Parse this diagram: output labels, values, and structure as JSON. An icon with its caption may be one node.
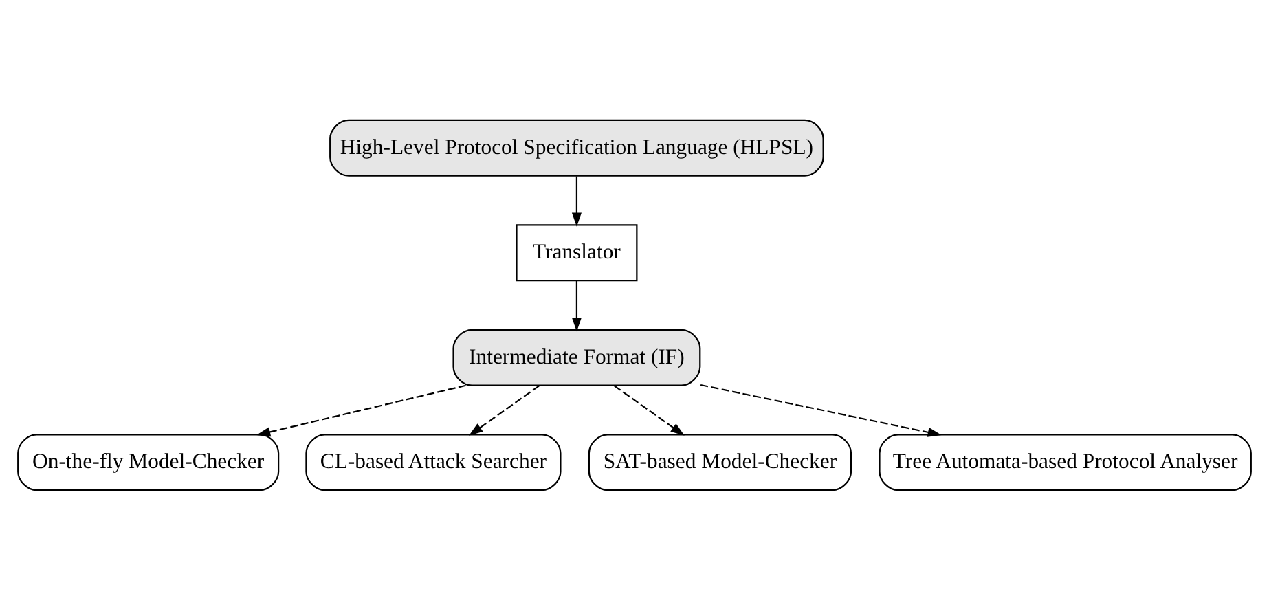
{
  "diagram": {
    "nodes": [
      {
        "text": [
          "High-Level Protocol Specification Language (HLPSL)"
        ]
      },
      {
        "text": [
          "Translator"
        ]
      },
      {
        "text": [
          "Intermediate Format (IF)"
        ]
      },
      {
        "text": [
          "On-the-fly Model-Checker"
        ]
      },
      {
        "text": [
          "CL-based Attack Searcher"
        ]
      },
      {
        "text": [
          "SAT-based Model-Checker"
        ]
      },
      {
        "text": [
          "Tree Automata-based Protocol Analyser"
        ]
      }
    ],
    "edges": [
      {
        "from": 0,
        "to": 1,
        "arrow": "to"
      },
      {
        "from": 1,
        "to": 2,
        "arrow": "to"
      },
      {
        "from": 2,
        "to": 3,
        "arrow": "to",
        "style": "dashed"
      },
      {
        "from": 2,
        "to": 4,
        "arrow": "to",
        "style": "dashed"
      },
      {
        "from": 2,
        "to": 5,
        "arrow": "to",
        "style": "dashed"
      },
      {
        "from": 2,
        "to": 6,
        "arrow": "to",
        "style": "dashed"
      }
    ]
  }
}
